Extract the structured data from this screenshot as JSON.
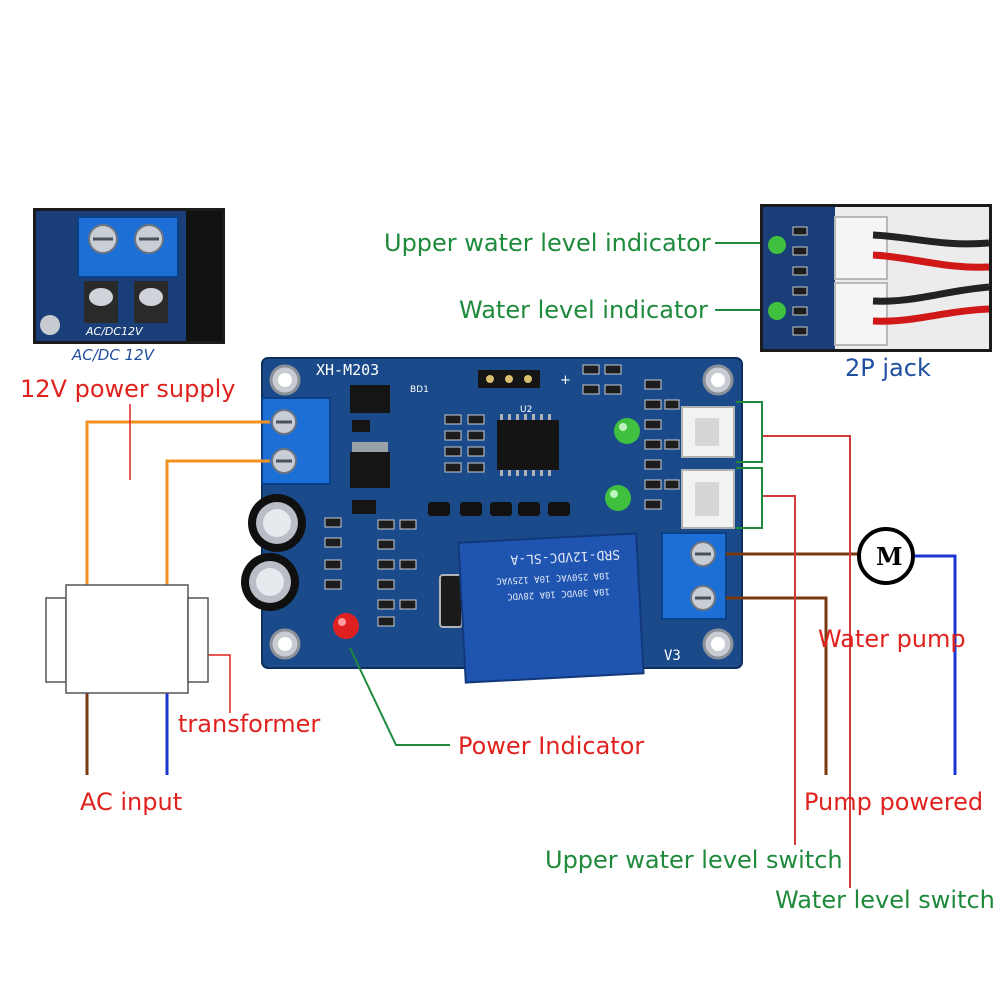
{
  "board": {
    "model": "XH-M203",
    "relay_top": "SRD-12VDC-SL-A",
    "relay_line1": "10A 250VAC 10A 125VAC",
    "relay_line2": "10A 30VDC 10A 28VDC",
    "ver": "V3",
    "ic_label": "U2",
    "bd_label": "BD1",
    "plus_label": "+"
  },
  "inset_left": {
    "board_text": "AC/DC12V",
    "caption": "AC/DC 12V"
  },
  "inset_right": {
    "caption": "2P jack"
  },
  "labels": {
    "power_supply": "12V power supply",
    "transformer": "transformer",
    "ac_input": "AC input",
    "upper_indicator": "Upper water level indicator",
    "level_indicator": "Water level indicator",
    "power_indicator": "Power Indicator",
    "water_pump": "Water pump",
    "pump_powered": "Pump powered",
    "upper_switch": "Upper water level switch",
    "level_switch": "Water level switch",
    "motor": "M"
  },
  "colors": {
    "pcb": "#1a4a8a",
    "wire_orange": "#f0901e",
    "wire_brown": "#7a3a10",
    "wire_blue": "#1a35d0",
    "wire_red": "#d23a3a",
    "label_green": "#1f8a3c",
    "label_red": "#e0221f"
  }
}
